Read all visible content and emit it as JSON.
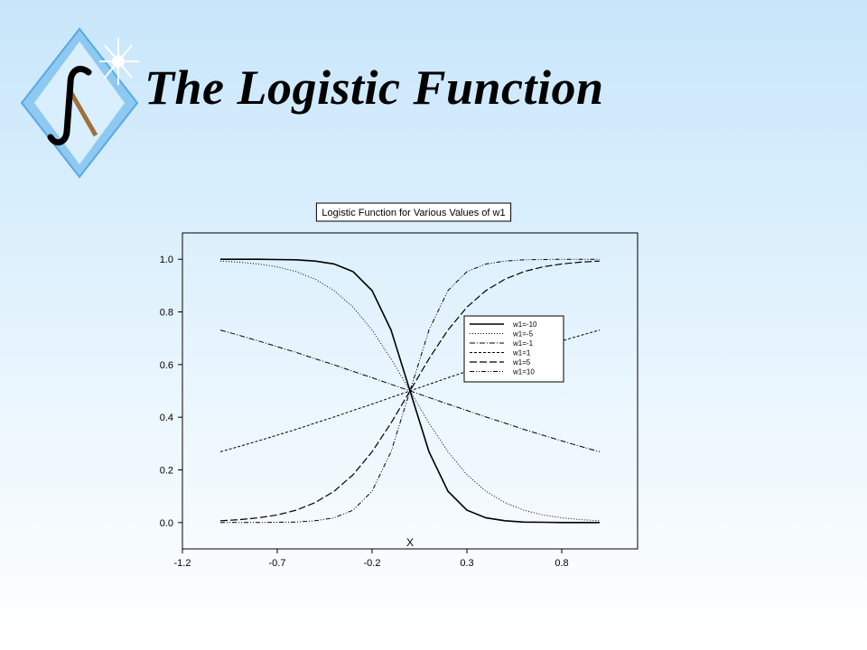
{
  "slide": {
    "title": "The Logistic Function",
    "logo_icon": "integral-diamond-logo-icon"
  },
  "colors": {
    "background_top": "#c8e6fb",
    "background_bottom": "#ffffff",
    "logo_diamond": "#8ec9f2",
    "logo_stick": "#a0703a",
    "series": "#000000"
  },
  "chart_data": {
    "type": "line",
    "title": "Logistic Function for Various Values of w1",
    "xlabel": "X",
    "ylabel": "",
    "xlim": [
      -1.2,
      1.2
    ],
    "ylim": [
      -0.1,
      1.1
    ],
    "xticks": [
      -1.2,
      -0.7,
      -0.2,
      0.3,
      0.8
    ],
    "xtick_labels": [
      "-1.2",
      "-0.7",
      "-0.2",
      "0.3",
      "0.8"
    ],
    "yticks": [
      0.0,
      0.2,
      0.4,
      0.6,
      0.8,
      1.0
    ],
    "ytick_labels": [
      "0.0",
      "0.2",
      "0.4",
      "0.6",
      "0.8",
      "1.0"
    ],
    "grid": false,
    "legend_position": "center-right",
    "x": [
      -1.0,
      -0.9,
      -0.8,
      -0.7,
      -0.6,
      -0.5,
      -0.4,
      -0.3,
      -0.2,
      -0.1,
      0.0,
      0.1,
      0.2,
      0.3,
      0.4,
      0.5,
      0.6,
      0.7,
      0.8,
      0.9,
      1.0
    ],
    "series": [
      {
        "name": "w1=-10",
        "dash": "",
        "width": 1.6,
        "values": [
          1.0,
          1.0,
          1.0,
          0.999,
          0.998,
          0.993,
          0.982,
          0.953,
          0.881,
          0.731,
          0.5,
          0.269,
          0.119,
          0.047,
          0.018,
          0.007,
          0.002,
          0.001,
          0.0,
          0.0,
          0.0
        ]
      },
      {
        "name": "w1=-5",
        "dash": "1 2",
        "width": 1,
        "values": [
          0.993,
          0.989,
          0.982,
          0.971,
          0.953,
          0.924,
          0.881,
          0.818,
          0.731,
          0.622,
          0.5,
          0.378,
          0.269,
          0.182,
          0.119,
          0.076,
          0.047,
          0.029,
          0.018,
          0.011,
          0.007
        ]
      },
      {
        "name": "w1=-1",
        "dash": "6 2 1 2",
        "width": 1,
        "values": [
          0.731,
          0.711,
          0.69,
          0.668,
          0.646,
          0.622,
          0.599,
          0.574,
          0.55,
          0.525,
          0.5,
          0.475,
          0.45,
          0.426,
          0.401,
          0.378,
          0.354,
          0.332,
          0.31,
          0.289,
          0.269
        ]
      },
      {
        "name": "w1=1",
        "dash": "3 2",
        "width": 1,
        "values": [
          0.269,
          0.289,
          0.31,
          0.332,
          0.354,
          0.378,
          0.401,
          0.426,
          0.45,
          0.475,
          0.5,
          0.525,
          0.55,
          0.574,
          0.599,
          0.622,
          0.646,
          0.668,
          0.69,
          0.711,
          0.731
        ]
      },
      {
        "name": "w1=5",
        "dash": "8 3",
        "width": 1.2,
        "values": [
          0.007,
          0.011,
          0.018,
          0.029,
          0.047,
          0.076,
          0.119,
          0.182,
          0.269,
          0.378,
          0.5,
          0.622,
          0.731,
          0.818,
          0.881,
          0.924,
          0.953,
          0.971,
          0.982,
          0.989,
          0.993
        ]
      },
      {
        "name": "w1=10",
        "dash": "5 2 1 2 1 2",
        "width": 1,
        "values": [
          0.0,
          0.0,
          0.0,
          0.001,
          0.002,
          0.007,
          0.018,
          0.047,
          0.119,
          0.269,
          0.5,
          0.731,
          0.881,
          0.953,
          0.982,
          0.993,
          0.998,
          0.999,
          1.0,
          1.0,
          1.0
        ]
      }
    ]
  }
}
